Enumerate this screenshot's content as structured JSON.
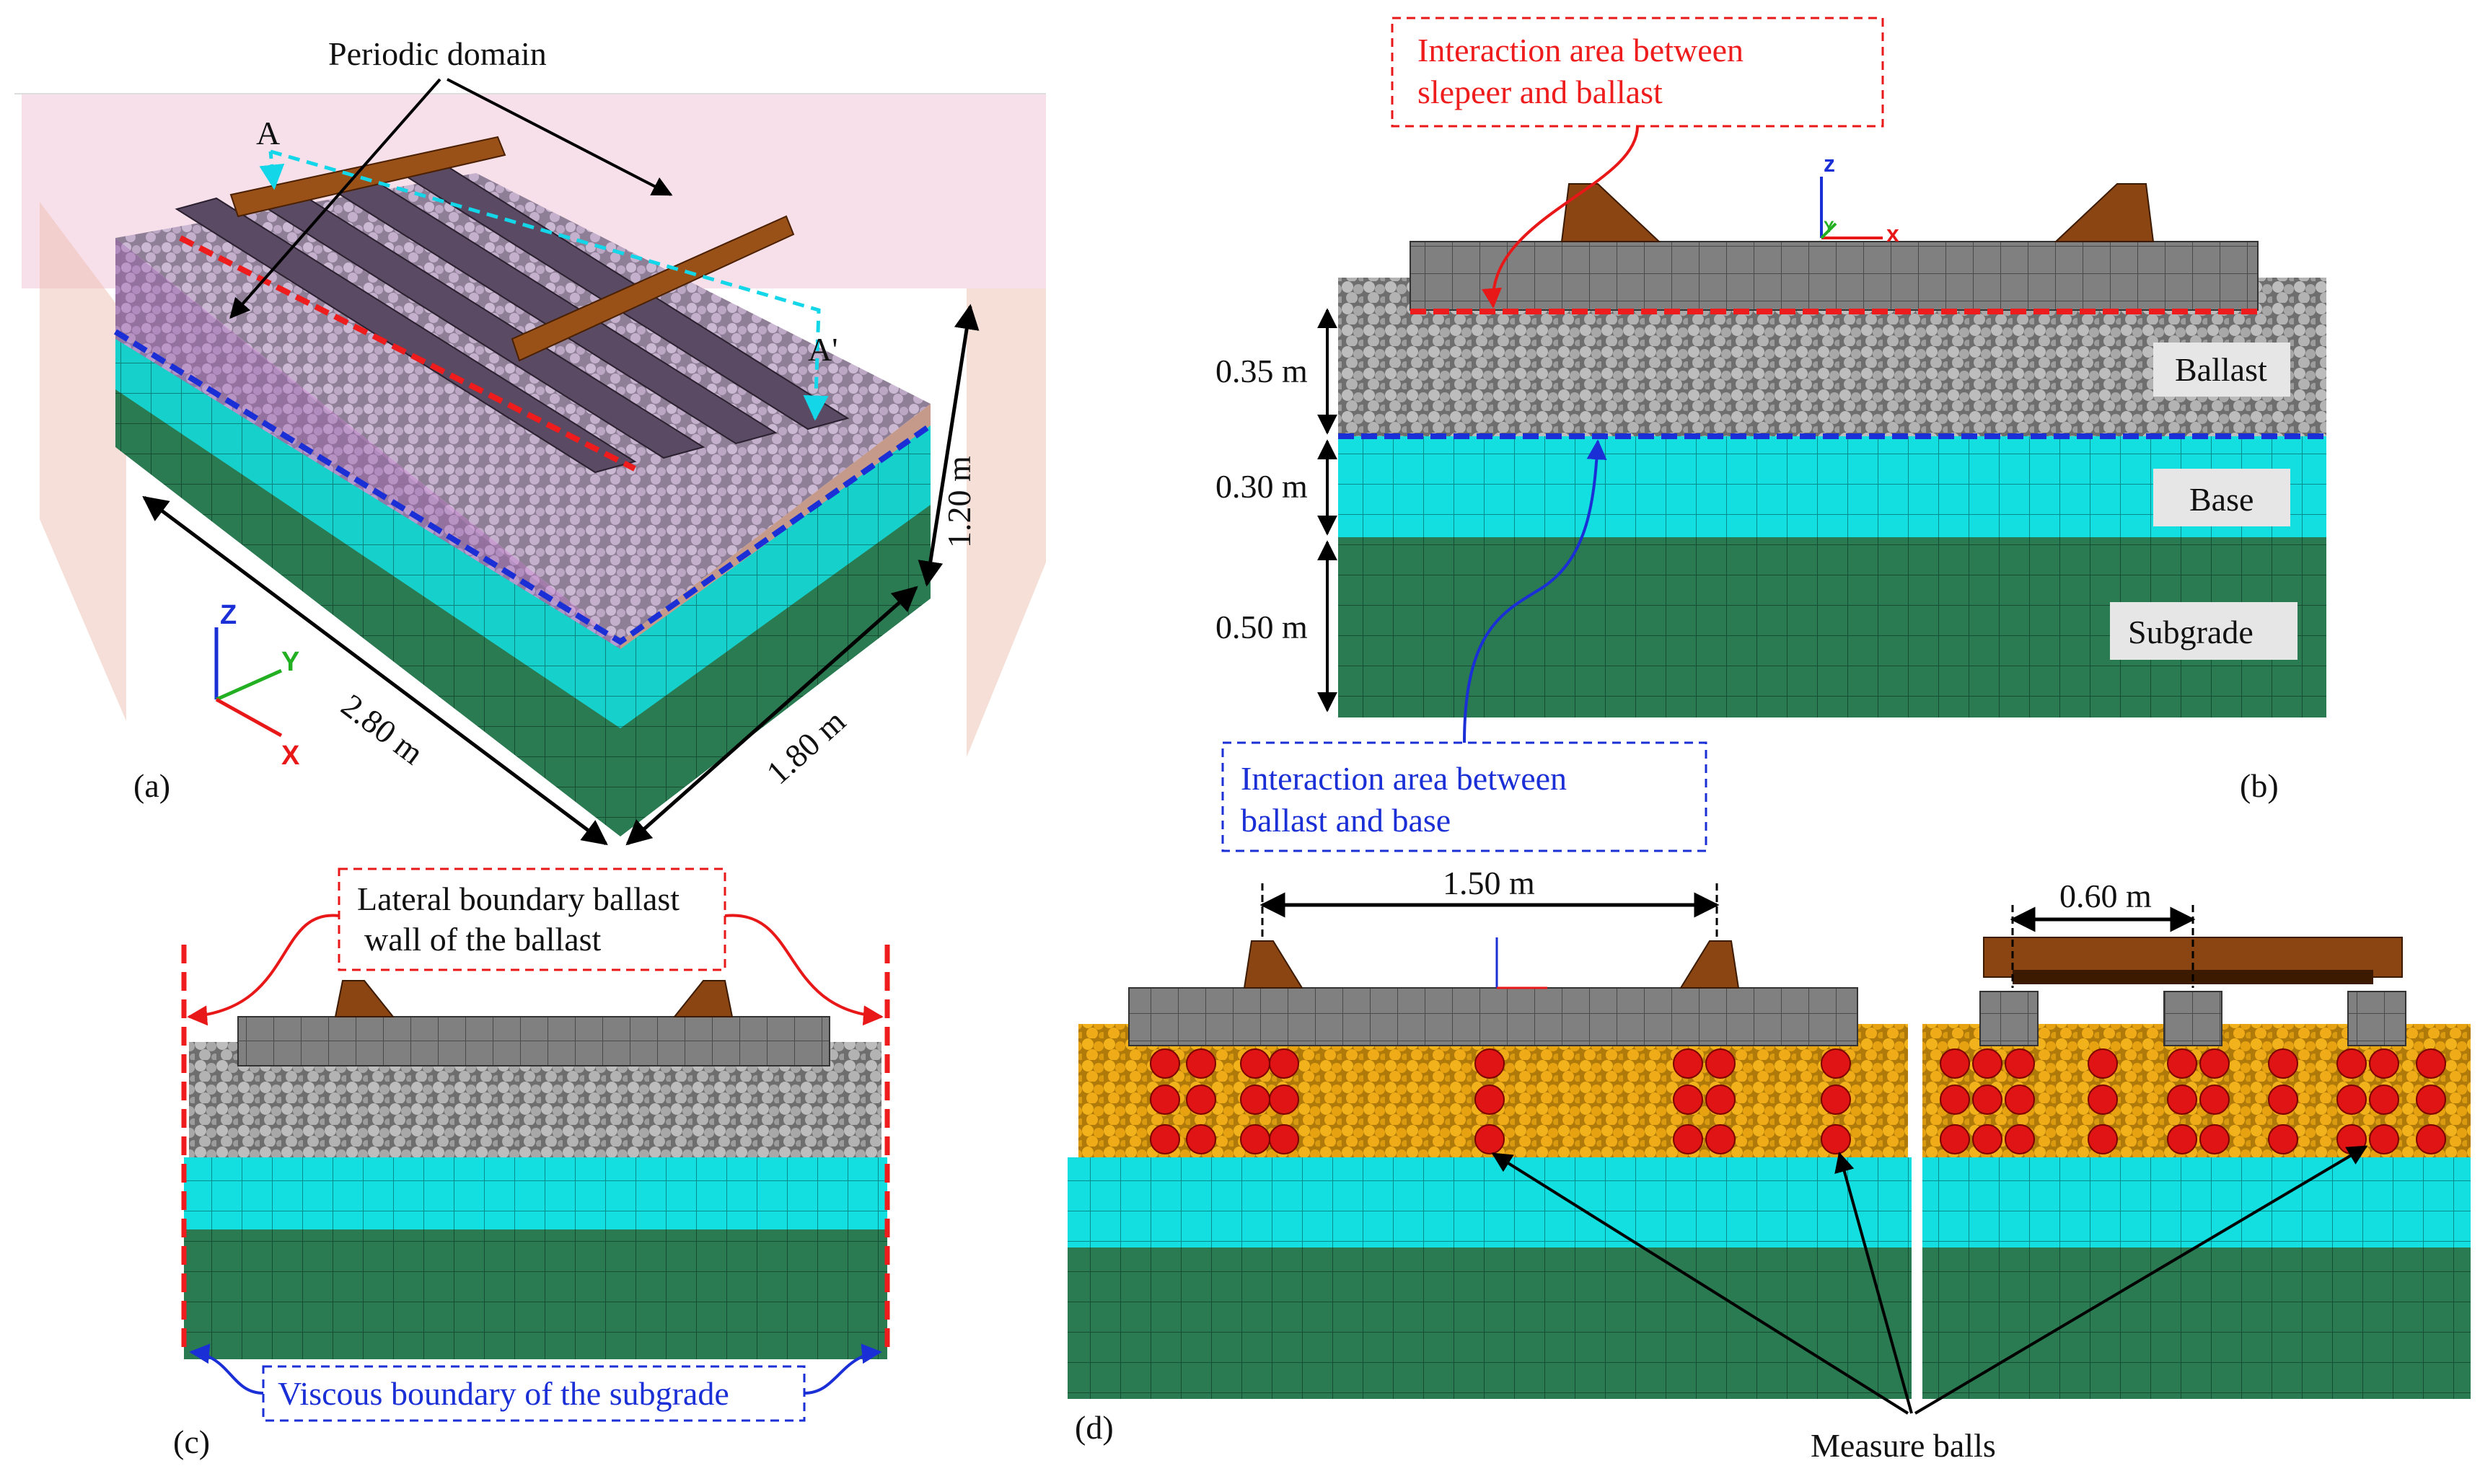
{
  "panels": {
    "a": {
      "label": "(a)",
      "periodic_domain": "Periodic domain",
      "section_a": "A",
      "section_a_prime": "A'",
      "dim_length": "2.80 m",
      "dim_width": "1.80 m",
      "dim_height": "1.20 m",
      "axes": {
        "x": "X",
        "y": "Y",
        "z": "Z"
      }
    },
    "b": {
      "label": "(b)",
      "interaction_sleeper": "Interaction area between\nslepeer and ballast",
      "interaction_base": "Interaction area between\nballast and base",
      "layers": [
        "Ballast",
        "Base",
        "Subgrade"
      ],
      "thickness": [
        "0.35 m",
        "0.30 m",
        "0.50 m"
      ],
      "axes": {
        "x": "x",
        "y": "Y",
        "z": "z"
      }
    },
    "c": {
      "label": "(c)",
      "lateral_boundary": "Lateral boundary ballast\nwall of the ballast",
      "viscous_boundary": "Viscous boundary of the subgrade"
    },
    "d": {
      "label": "(d)",
      "rail_spacing": "1.50 m",
      "sleeper_spacing": "0.60 m",
      "measure_balls": "Measure balls"
    }
  },
  "colors": {
    "ballast_grey": "#9a9a9a",
    "ballast_gold": "#e8a317",
    "base_cyan": "#13dfe0",
    "subgrade_green": "#2a7a52",
    "sleeper_grey": "#7f7f7f",
    "rail_brown": "#8b4513",
    "interaction_red": "#ee1c1c",
    "interaction_blue": "#1a2fd6",
    "measure_ball_red": "#e01414"
  }
}
